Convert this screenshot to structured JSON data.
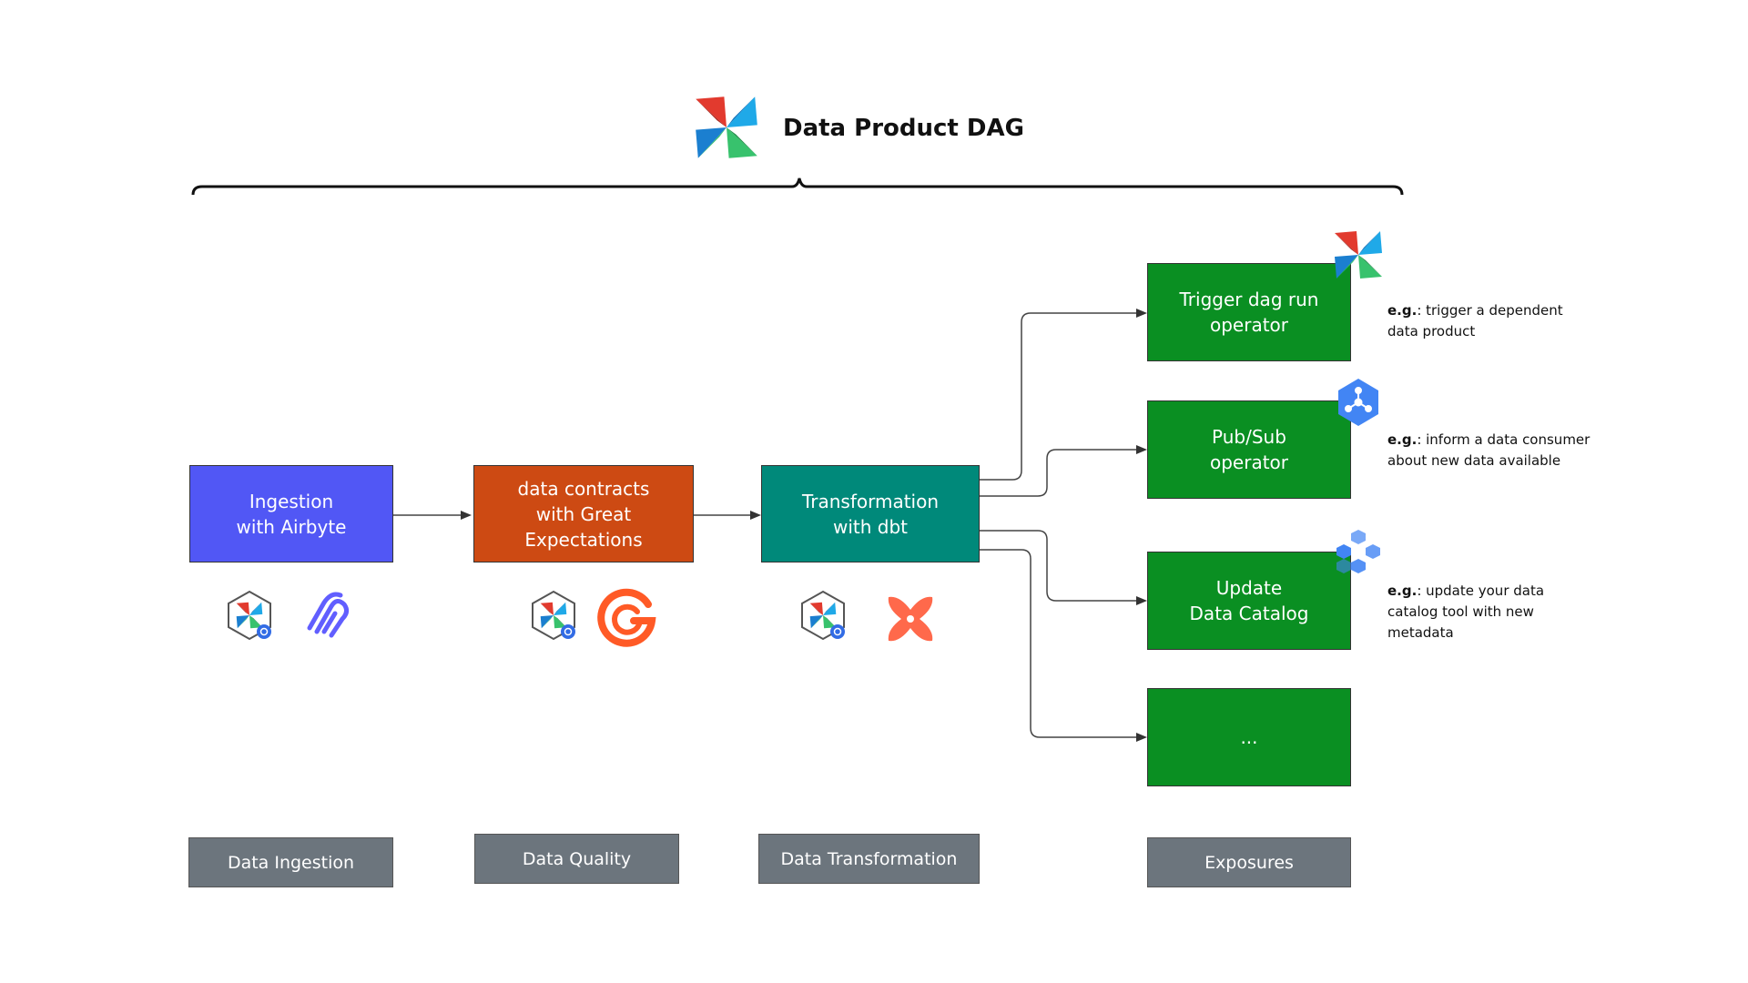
{
  "title": "Data Product DAG",
  "steps": {
    "ingestion": {
      "label": "Ingestion\nwith Airbyte",
      "color": "#5157f5"
    },
    "quality": {
      "label": "data contracts\nwith Great Expectations",
      "color": "#cd4a13"
    },
    "transformation": {
      "label": "Transformation\nwith dbt",
      "color": "#00897a"
    }
  },
  "exposures": [
    {
      "label": "Trigger dag run\noperator",
      "note_prefix": "e.g.",
      "note_text": ": trigger a dependent data product"
    },
    {
      "label": "Pub/Sub\noperator",
      "note_prefix": "e.g.",
      "note_text": ": inform a data consumer about new data available"
    },
    {
      "label": "Update\nData Catalog",
      "note_prefix": "e.g.",
      "note_text": ": update your data catalog tool with new metadata"
    },
    {
      "label": "..."
    }
  ],
  "exposure_color": "#0a8f22",
  "categories": {
    "ingestion": "Data Ingestion",
    "quality": "Data Quality",
    "transformation": "Data Transformation",
    "exposures": "Exposures"
  },
  "icons": {
    "header": "airflow-pinwheel-icon",
    "step_tools": [
      "airflow-k8s-hex-icon",
      "airbyte-icon",
      "great-expectations-icon",
      "dbt-icon"
    ],
    "exposure_badges": [
      "airflow-pinwheel-icon",
      "pubsub-hex-icon",
      "data-catalog-icon"
    ]
  },
  "colors": {
    "gx_orange": "#ff5a26",
    "dbt_orange": "#ff694b",
    "gcp_blue": "#4285f4",
    "label_gray": "#6c757d"
  }
}
